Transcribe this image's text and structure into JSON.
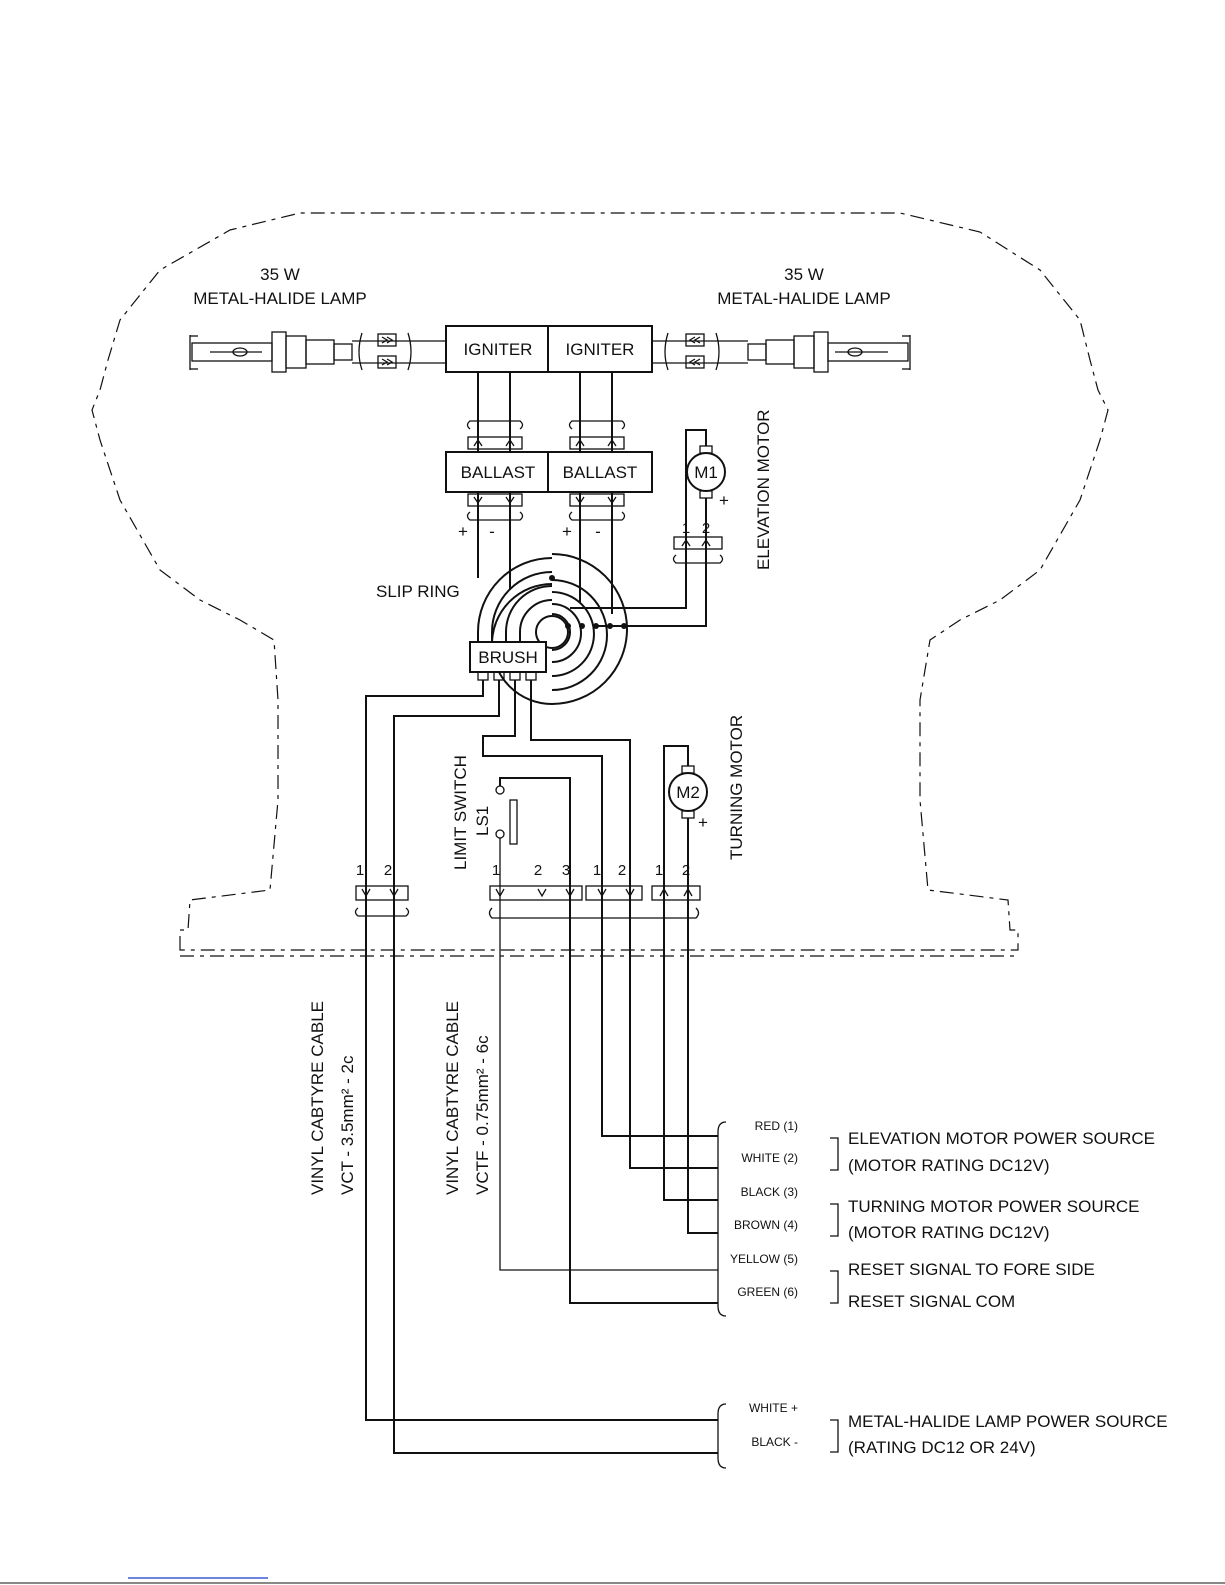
{
  "lamps": {
    "left": {
      "wattage": "35 W",
      "type": "METAL-HALIDE LAMP"
    },
    "right": {
      "wattage": "35 W",
      "type": "METAL-HALIDE LAMP"
    }
  },
  "components": {
    "igniter_left": "IGNITER",
    "igniter_right": "IGNITER",
    "ballast_left": "BALLAST",
    "ballast_right": "BALLAST",
    "slip_ring": "SLIP RING",
    "brush": "BRUSH",
    "motor_1": "M1",
    "motor_2": "M2",
    "elevation_motor": "ELEVATION MOTOR",
    "turning_motor": "TURNING MOTOR",
    "limit_switch": "LIMIT SWITCH",
    "limit_switch_id": "LS1"
  },
  "polarity": {
    "plus": "+",
    "minus": "-"
  },
  "terminals": {
    "t1": "1",
    "t2": "2",
    "t3": "3"
  },
  "cables": {
    "power_cable": {
      "name": "VINYL CABTYRE CABLE",
      "spec": "VCT - 3.5mm² - 2c"
    },
    "control_cable": {
      "name": "VINYL CABTYRE CABLE",
      "spec": "VCTF - 0.75mm² - 6c"
    }
  },
  "control_wires": [
    {
      "color": "RED (1)"
    },
    {
      "color": "WHITE (2)"
    },
    {
      "color": "BLACK (3)"
    },
    {
      "color": "BROWN (4)"
    },
    {
      "color": "YELLOW (5)"
    },
    {
      "color": "GREEN (6)"
    }
  ],
  "power_wires": [
    {
      "color": "WHITE +"
    },
    {
      "color": "BLACK -"
    }
  ],
  "descriptions": {
    "elevation_source": "ELEVATION MOTOR POWER SOURCE",
    "elevation_rating": "(MOTOR RATING DC12V)",
    "turning_source": "TURNING MOTOR POWER SOURCE",
    "turning_rating": "(MOTOR RATING DC12V)",
    "reset_fore": "RESET SIGNAL TO FORE SIDE",
    "reset_com": "RESET SIGNAL COM",
    "lamp_source": "METAL-HALIDE LAMP POWER SOURCE",
    "lamp_rating": "(RATING DC12 OR 24V)"
  }
}
